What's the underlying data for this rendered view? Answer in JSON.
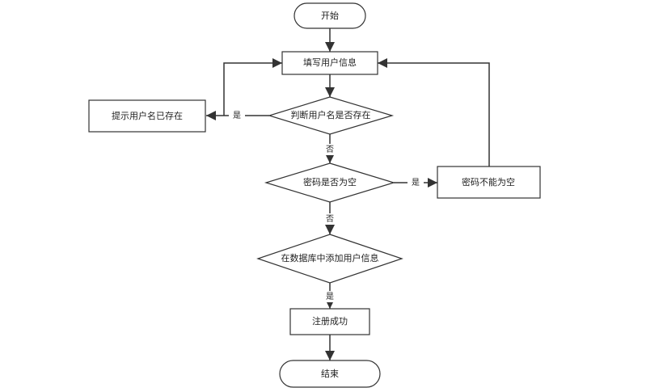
{
  "nodes": {
    "start": "开始",
    "fill_info": "填写用户信息",
    "check_username": "判断用户名是否存在",
    "username_exists": "提示用户名已存在",
    "check_password": "密码是否为空",
    "password_empty": "密码不能为空",
    "add_to_db": "在数据库中添加用户信息",
    "register_success": "注册成功",
    "end": "结束"
  },
  "edges": {
    "yes": "是",
    "no": "否"
  }
}
